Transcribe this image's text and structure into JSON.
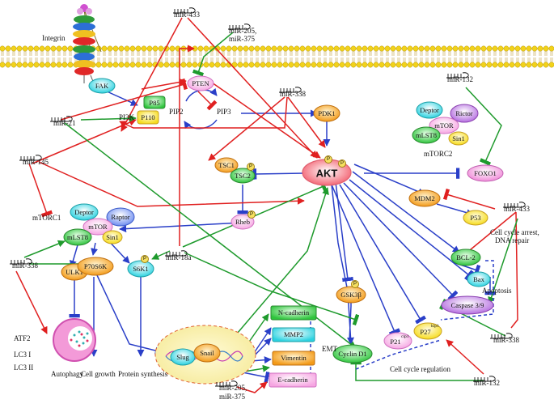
{
  "membrane": {
    "integrin": "Integrin"
  },
  "nodes": {
    "fak": "FAK",
    "pten": "PTEN",
    "p85": "P85",
    "p110": "P110",
    "pi3k": "PI3K",
    "pip2": "PIP2",
    "pip3": "PIP3",
    "pdk1": "PDK1",
    "akt": "AKT",
    "deptor1": "Deptor",
    "mtor1": "mTOR",
    "rictor": "Rictor",
    "mlst8_1": "mLST8",
    "sin1_1": "Sin1",
    "mtorc2": "mTORC2",
    "tsc1": "TSC1",
    "tsc2": "TSC2",
    "rheb": "Rheb",
    "foxo1": "FOXO1",
    "mtorc1": "mTORC1",
    "deptor2": "Deptor",
    "raptor": "Raptor",
    "mtor2": "mTOR",
    "mlst8_2": "mLST8",
    "sin1_2": "Sin1",
    "mdm2": "MDM2",
    "p53": "P53",
    "bcl2": "BCL-2",
    "bax": "Bax",
    "caspase": "Caspase 3/9",
    "ulk1": "ULK1",
    "p70s6k": "P70S6K",
    "s6k1": "S6K1",
    "gsk3b": "GSK3β",
    "ncad": "N-cadherin",
    "mmp2": "MMP2",
    "vim": "Vimentin",
    "ecad": "E-cadherin",
    "slug": "Slug",
    "snail": "Snail",
    "cyclind1": "Cyclin D1",
    "p21": "P21",
    "p21sup": "cip1",
    "p27": "P27",
    "p27sup": "kip1",
    "phospho": "P"
  },
  "mirnas": {
    "m433a": "miR-433",
    "m205a": "miR-205,",
    "m375a": "miR-375",
    "m338a": "miR-338",
    "m132a": "miR-132",
    "m21": "miR-21",
    "m145": "miR-145",
    "m338b": "miR-338",
    "m18a": "miR-18a",
    "m433b": "miR-433",
    "m338c": "miR-338",
    "m205b": "miR-205,",
    "m375b": "miR-375",
    "m132b": "miR-132"
  },
  "labels": {
    "cellcycle_arrest1": "Cell cycle arrest,",
    "cellcycle_arrest2": "DNA repair",
    "apoptosis": "Apoptosis",
    "emt": "EMT",
    "ccreg": "Cell cycle regulation",
    "atf2": "ATF2",
    "lc3i": "LC3 I",
    "lc3ii": "LC3 II",
    "autophagy": "Autophagy",
    "growth": "Cell growth",
    "protein": "Protein synthesis"
  },
  "colors": {
    "activate": "#2a3fc8",
    "inhibit_green": "#1e9a2c",
    "inhibit_red": "#e02020",
    "membrane": "#f2d21a"
  }
}
